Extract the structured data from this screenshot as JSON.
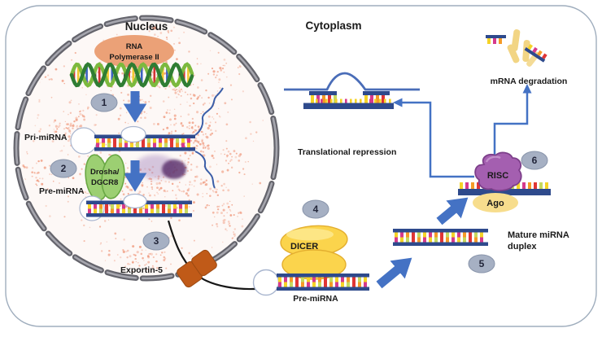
{
  "labels": {
    "nucleus": "Nucleus",
    "cytoplasm": "Cytoplasm",
    "rna_pol_1": "RNA",
    "rna_pol_2": "Polymerase II",
    "pri_mirna": "Pri-miRNA",
    "drosha_1": "Drosha/",
    "drosha_2": "DGCR8",
    "pre_mirna_nuc": "Pre-miRNA",
    "exportin5": "Exportin-5",
    "pre_mirna_cyto": "Pre-miRNA",
    "dicer": "DICER",
    "mature_1": "Mature miRNA",
    "mature_2": "duplex",
    "risc": "RISC",
    "ago": "Ago",
    "translational_repression": "Translational repression",
    "mrna_degradation": "mRNA degradation"
  },
  "steps": [
    "1",
    "2",
    "3",
    "4",
    "5",
    "6"
  ],
  "colors": {
    "frame": "#9fadbd",
    "nucleus_fill": "#fdf8f6",
    "membrane": "#64646c",
    "membrane_core": "#a6a6ae",
    "speckle": "#ee8e6f",
    "arrow": "#4472c4",
    "strand_bar": "#2e4a8c",
    "teeth": [
      "#e03535",
      "#f5d327",
      "#f59b27",
      "#c6d85e",
      "#d63a8c"
    ],
    "helix_dark": "#2f7d33",
    "helix_light": "#7cb93e",
    "helix_rungs": [
      "#d23333",
      "#f2c930",
      "#3a62c0",
      "#ffffff",
      "#333333"
    ],
    "rna_pol": "#eba177",
    "rna_pol_text": "#45415a",
    "step_fill": "#a6b0c3",
    "step_stroke": "#8894aa",
    "drosha": "#9ccf72",
    "drosha_stroke": "#69a844",
    "pore": "#c05a18",
    "pore_stroke": "#9c4a12",
    "dicer": "#fbd44c",
    "dicer_stroke": "#e3ae2f",
    "risc": "#a45fb0",
    "risc_stroke": "#7d3f8a",
    "ago": "#f7dd8d",
    "nucleolus_dark": "#5e3470",
    "nucleolus_light": "#ae93c4",
    "blob_stroke": "#a9b6cf",
    "mrna_line": "#4a6db8",
    "black_line": "#161616",
    "degr_rod": "#f2d584"
  }
}
